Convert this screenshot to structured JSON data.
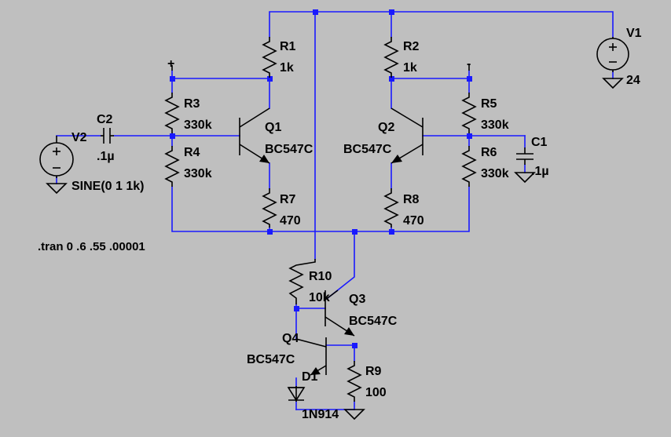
{
  "components": {
    "r1": {
      "name": "R1",
      "value": "1k"
    },
    "r2": {
      "name": "R2",
      "value": "1k"
    },
    "r3": {
      "name": "R3",
      "value": "330k"
    },
    "r4": {
      "name": "R4",
      "value": "330k"
    },
    "r5": {
      "name": "R5",
      "value": "330k"
    },
    "r6": {
      "name": "R6",
      "value": "330k"
    },
    "r7": {
      "name": "R7",
      "value": "470"
    },
    "r8": {
      "name": "R8",
      "value": "470"
    },
    "r9": {
      "name": "R9",
      "value": "100"
    },
    "r10": {
      "name": "R10",
      "value": "10k"
    },
    "q1": {
      "name": "Q1",
      "model": "BC547C"
    },
    "q2": {
      "name": "Q2",
      "model": "BC547C"
    },
    "q3": {
      "name": "Q3",
      "model": "BC547C"
    },
    "q4": {
      "name": "Q4",
      "model": "BC547C"
    },
    "c1": {
      "name": "C1",
      "value": ".1µ"
    },
    "c2": {
      "name": "C2",
      "value": ".1µ"
    },
    "d1": {
      "name": "D1",
      "model": "1N914"
    },
    "v1": {
      "name": "V1",
      "value": "24"
    },
    "v2": {
      "name": "V2",
      "value": "SINE(0 1 1k)"
    }
  },
  "net_labels": {
    "plus": "+",
    "minus": "-"
  },
  "directive": ".tran 0 .6 .55 .00001"
}
